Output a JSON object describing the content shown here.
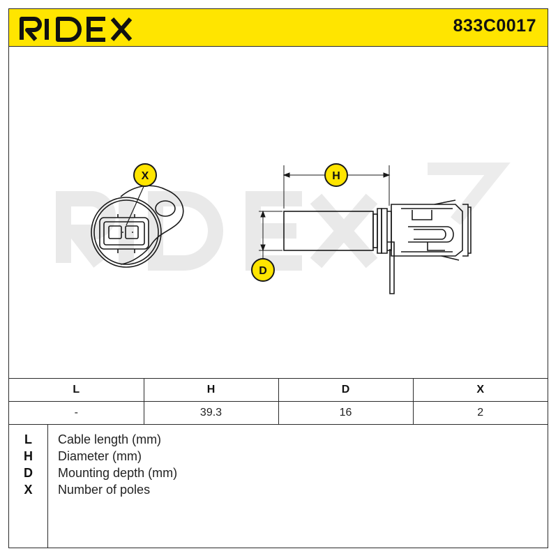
{
  "header": {
    "brand": "RIDEX",
    "part_number": "833C0017"
  },
  "drawing": {
    "labels": {
      "x": "X",
      "h": "H",
      "d": "D"
    },
    "watermark": "RIDEX",
    "colors": {
      "badge": "#ffe500",
      "line": "#1a1a1a",
      "watermark": "#e6e6e6"
    }
  },
  "table": {
    "headers": [
      "L",
      "H",
      "D",
      "X"
    ],
    "values": [
      "-",
      "39.3",
      "16",
      "2"
    ]
  },
  "legend": [
    {
      "key": "L",
      "desc": "Cable length (mm)"
    },
    {
      "key": "H",
      "desc": "Diameter (mm)"
    },
    {
      "key": "D",
      "desc": "Mounting depth (mm)"
    },
    {
      "key": "X",
      "desc": "Number of poles"
    }
  ]
}
